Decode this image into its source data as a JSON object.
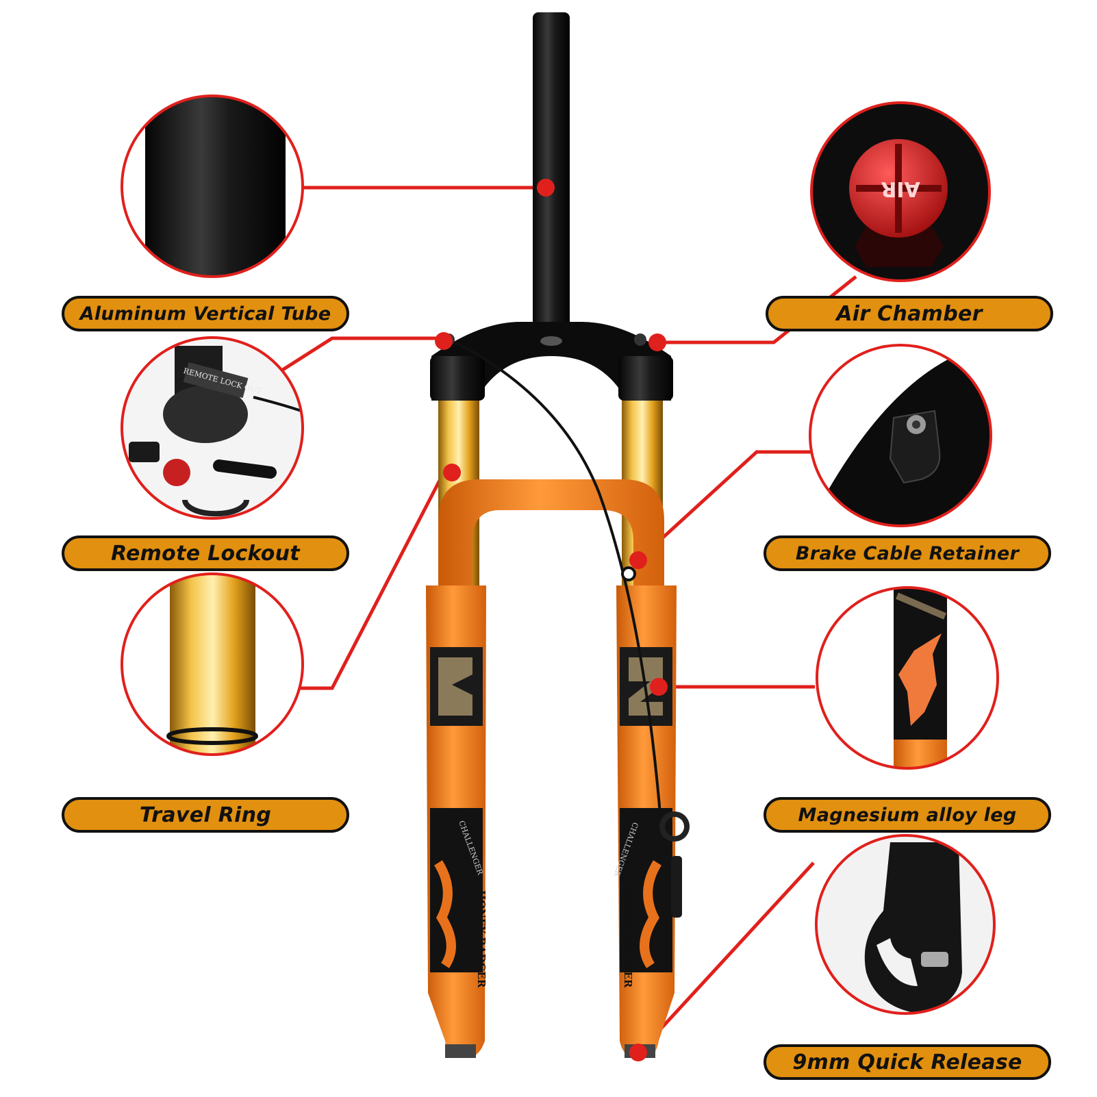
{
  "labels": {
    "aluminum_tube": "Aluminum Vertical Tube",
    "air_chamber": "Air Chamber",
    "remote_lockout": "Remote Lockout",
    "brake_cable_retainer": "Brake Cable Retainer",
    "travel_ring": "Travel Ring",
    "magnesium_leg": "Magnesium alloy leg",
    "quick_release": "9mm Quick Release"
  },
  "detail_text": {
    "air_cap": "AIR",
    "lockout_lever": "REMOTE LOCK OUT"
  },
  "decal_text": {
    "brand": "HONEY BADGER",
    "model": "CHALLENGER"
  },
  "colors": {
    "pill_fill": "#e2900f",
    "pill_border": "#111111",
    "leader_line": "#e0201c",
    "fork_orange": "#f07a1a",
    "stanchion_gold": "#e0a21a",
    "crown_black": "#111111"
  },
  "icons": [
    "air-valve-icon",
    "remote-lockout-icon",
    "cable-retainer-icon",
    "dropout-icon"
  ]
}
